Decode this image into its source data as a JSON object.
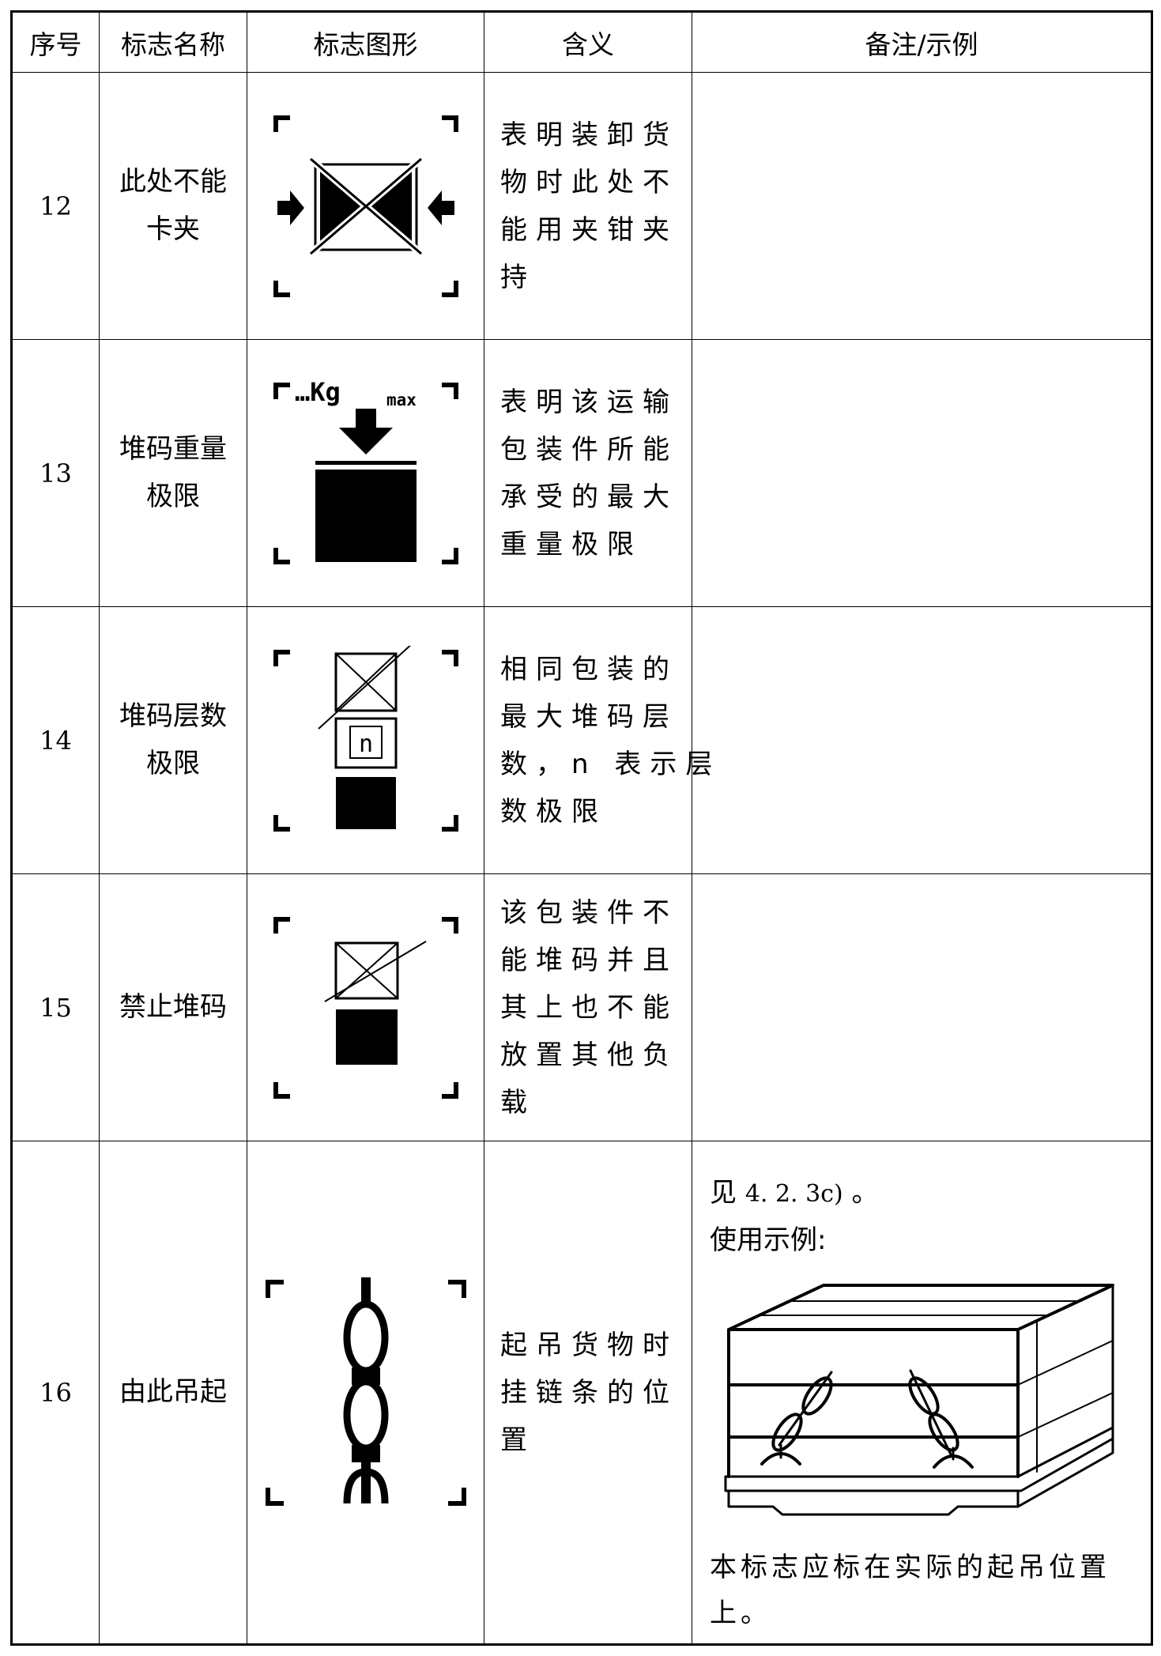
{
  "table": {
    "headers": [
      "序号",
      "标志名称",
      "标志图形",
      "含义",
      "备注/示例"
    ],
    "rows": [
      {
        "no": "12",
        "name": [
          "此处不能",
          "卡夹"
        ],
        "symbol": "no-clamp-here-symbol",
        "meaning": [
          "表明装卸货",
          "物时此处不",
          "能用夹钳夹",
          "持"
        ]
      },
      {
        "no": "13",
        "name": [
          "堆码重量",
          "极限"
        ],
        "symbol": "stacking-weight-limit-symbol",
        "symbol_label": {
          "main": "…Kg",
          "sub": "max"
        },
        "meaning": [
          "表明该运输",
          "包装件所能",
          "承受的最大",
          "重量极限"
        ]
      },
      {
        "no": "14",
        "name": [
          "堆码层数",
          "极限"
        ],
        "symbol": "stacking-layer-limit-symbol",
        "symbol_label": "n",
        "meaning": [
          "相同包装的",
          "最大堆码层",
          "数，n 表示层",
          "数极限"
        ]
      },
      {
        "no": "15",
        "name": [
          "禁止堆码"
        ],
        "symbol": "do-not-stack-symbol",
        "meaning": [
          "该包装件不",
          "能堆码并且",
          "其上也不能",
          "放置其他负",
          "载"
        ]
      },
      {
        "no": "16",
        "name": [
          "由此吊起"
        ],
        "symbol": "sling-here-chain-symbol",
        "meaning": [
          "起吊货物时",
          "挂链条的位",
          "置"
        ],
        "note": {
          "ref_prefix": "见",
          "ref_num": "4. 2. 3c)",
          "ref_suffix": "。",
          "example_label": "使用示例:",
          "example_image": "crate-with-sling-chains-illustration",
          "lines": [
            "本标志应标在实际的起吊位置",
            "上。"
          ]
        }
      }
    ]
  }
}
